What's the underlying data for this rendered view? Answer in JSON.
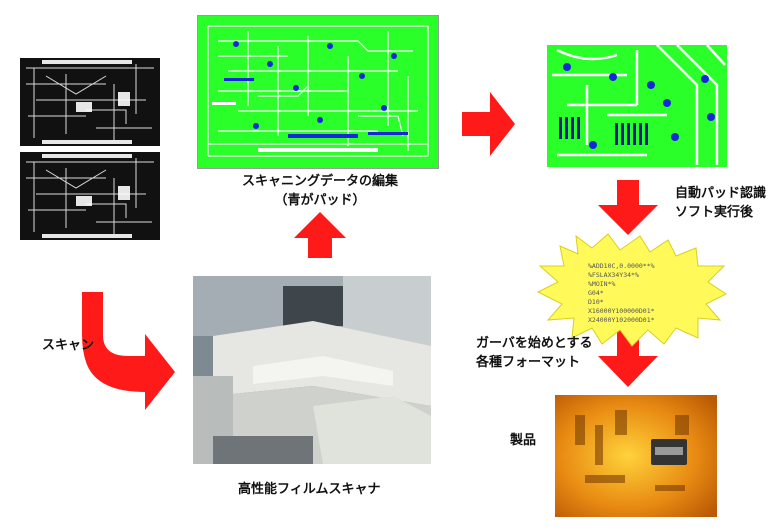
{
  "labels": {
    "edit_line1": "スキャニングデータの編集",
    "edit_line2": "（青がパッド）",
    "auto_line1": "自動パッド認識",
    "auto_line2": "ソフト実行後",
    "scan": "スキャン",
    "format_line1": "ガーバを始めとする",
    "format_line2": "各種フォーマット",
    "product": "製品",
    "scanner": "高性能フィルムスキャナ"
  },
  "burst_lines": [
    "%ADD10C,0.0000**%",
    "%FSLAX34Y34*%",
    "%MOIN*%",
    "G04*",
    "D10*",
    "X16000Y100000D01*",
    "X24000Y102000D01*"
  ],
  "colors": {
    "arrow": "#ff1a1a",
    "pcb_green": "#2aff2a",
    "pad_blue": "#1428d8",
    "burst": "#fff95a"
  }
}
